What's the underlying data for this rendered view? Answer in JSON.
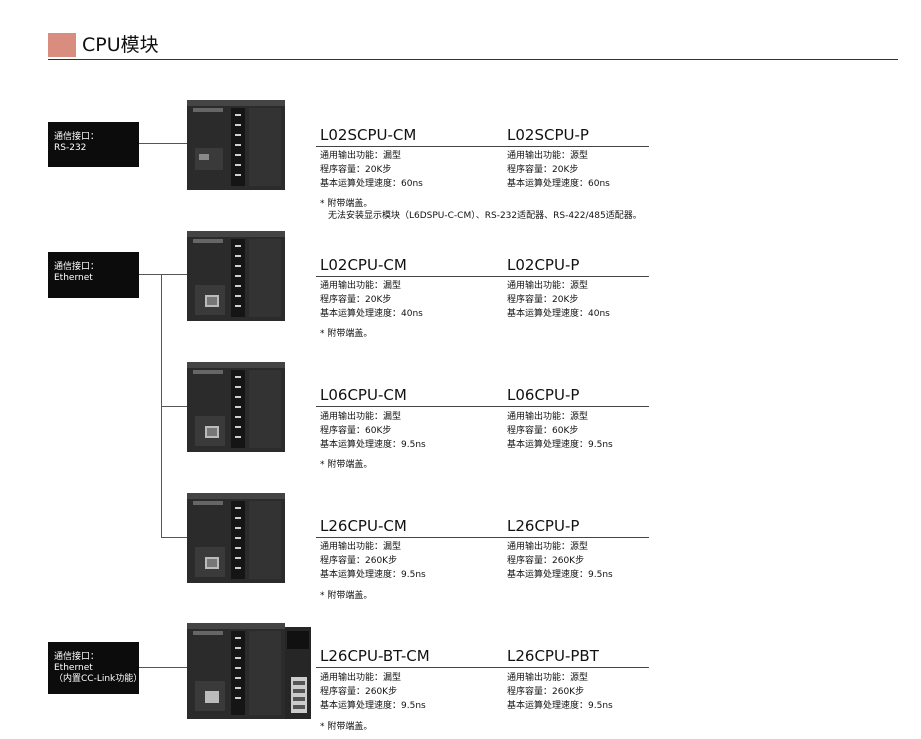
{
  "header": {
    "title": "CPU模块",
    "accent_color": "#d98d7f"
  },
  "interfaces": [
    {
      "lines": [
        "通信接口：",
        "RS-232"
      ]
    },
    {
      "lines": [
        "通信接口：",
        "Ethernet"
      ]
    },
    {
      "lines": [
        "通信接口：",
        "Ethernet",
        "（内置CC-Link功能）"
      ]
    }
  ],
  "products": [
    {
      "left": {
        "model": "L02SCPU-CM",
        "specs": [
          "通用输出功能：漏型",
          "程序容量：20K步",
          "基本运算处理速度：60ns"
        ]
      },
      "right": {
        "model": "L02SCPU-P",
        "specs": [
          "通用输出功能：源型",
          "程序容量：20K步",
          "基本运算处理速度：60ns"
        ]
      },
      "notes": [
        "* 附带端盖。",
        "无法安装显示模块（L6DSPU-C-CM）、RS-232适配器、RS-422/485适配器。"
      ]
    },
    {
      "left": {
        "model": "L02CPU-CM",
        "specs": [
          "通用输出功能：漏型",
          "程序容量：20K步",
          "基本运算处理速度：40ns"
        ]
      },
      "right": {
        "model": "L02CPU-P",
        "specs": [
          "通用输出功能：源型",
          "程序容量：20K步",
          "基本运算处理速度：40ns"
        ]
      },
      "notes": [
        "* 附带端盖。"
      ]
    },
    {
      "left": {
        "model": "L06CPU-CM",
        "specs": [
          "通用输出功能：漏型",
          "程序容量：60K步",
          "基本运算处理速度：9.5ns"
        ]
      },
      "right": {
        "model": "L06CPU-P",
        "specs": [
          "通用输出功能：源型",
          "程序容量：60K步",
          "基本运算处理速度：9.5ns"
        ]
      },
      "notes": [
        "* 附带端盖。"
      ]
    },
    {
      "left": {
        "model": "L26CPU-CM",
        "specs": [
          "通用输出功能：漏型",
          "程序容量：260K步",
          "基本运算处理速度：9.5ns"
        ]
      },
      "right": {
        "model": "L26CPU-P",
        "specs": [
          "通用输出功能：源型",
          "程序容量：260K步",
          "基本运算处理速度：9.5ns"
        ]
      },
      "notes": [
        "* 附带端盖。"
      ]
    },
    {
      "left": {
        "model": "L26CPU-BT-CM",
        "specs": [
          "通用输出功能：漏型",
          "程序容量：260K步",
          "基本运算处理速度：9.5ns"
        ]
      },
      "right": {
        "model": "L26CPU-PBT",
        "specs": [
          "通用输出功能：源型",
          "程序容量：260K步",
          "基本运算处理速度：9.5ns"
        ]
      },
      "notes": [
        "* 附带端盖。"
      ]
    }
  ]
}
